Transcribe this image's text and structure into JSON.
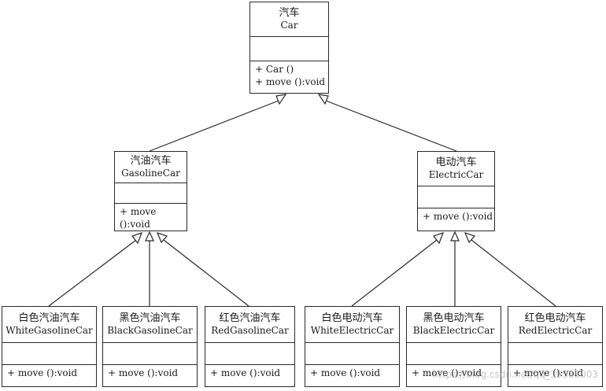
{
  "classes": {
    "car": {
      "cn": "汽车",
      "en": "Car",
      "ops": [
        "+ Car ()",
        "+ move ():void"
      ]
    },
    "gasoline": {
      "cn": "汽油汽车",
      "en": "GasolineCar",
      "ops": [
        "+ move ():void"
      ]
    },
    "electric": {
      "cn": "电动汽车",
      "en": "ElectricCar",
      "ops": [
        "+ move ():void"
      ]
    },
    "white_gasoline": {
      "cn": "白色汽油汽车",
      "en": "WhiteGasolineCar",
      "ops": [
        "+ move ():void"
      ]
    },
    "black_gasoline": {
      "cn": "黑色汽油汽车",
      "en": "BlackGasolineCar",
      "ops": [
        "+ move ():void"
      ]
    },
    "red_gasoline": {
      "cn": "红色汽油汽车",
      "en": "RedGasolineCar",
      "ops": [
        "+ move ():void"
      ]
    },
    "white_electric": {
      "cn": "白色电动汽车",
      "en": "WhiteElectricCar",
      "ops": [
        "+ move ():void"
      ]
    },
    "black_electric": {
      "cn": "黑色电动汽车",
      "en": "BlackElectricCar",
      "ops": [
        "+ move ():void"
      ]
    },
    "red_electric": {
      "cn": "红色电动汽车",
      "en": "RedElectricCar",
      "ops": [
        "+ move ():void"
      ]
    }
  },
  "relations": [
    {
      "type": "generalization",
      "from": "gasoline",
      "to": "car"
    },
    {
      "type": "generalization",
      "from": "electric",
      "to": "car"
    },
    {
      "type": "generalization",
      "from": "white_gasoline",
      "to": "gasoline"
    },
    {
      "type": "generalization",
      "from": "black_gasoline",
      "to": "gasoline"
    },
    {
      "type": "generalization",
      "from": "red_gasoline",
      "to": "gasoline"
    },
    {
      "type": "generalization",
      "from": "white_electric",
      "to": "electric"
    },
    {
      "type": "generalization",
      "from": "black_electric",
      "to": "electric"
    },
    {
      "type": "generalization",
      "from": "red_electric",
      "to": "electric"
    }
  ],
  "watermark": "https://blog.csdn.net/qq_39588003"
}
